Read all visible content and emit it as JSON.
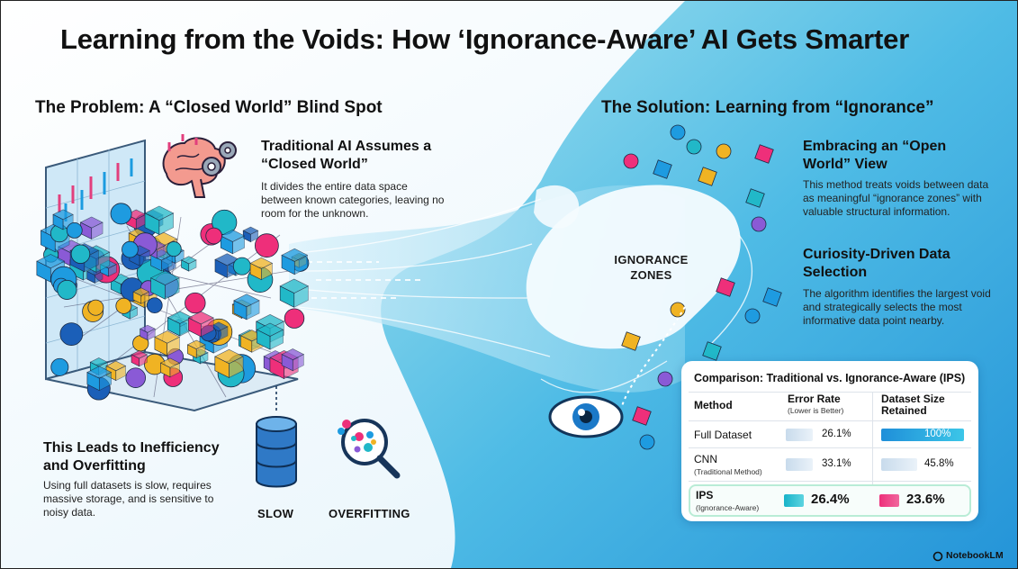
{
  "title": "Learning from the Voids: How ‘Ignorance-Aware’ AI Gets Smarter",
  "problem": {
    "heading": "The Problem: A “Closed World” Blind Spot",
    "traditional_title": "Traditional AI Assumes a “Closed World”",
    "traditional_body": "It divides the entire data space between known categories, leaving no room for the unknown.",
    "leads_title": "This Leads to Inefficiency and Overfitting",
    "leads_body": "Using full datasets is slow, requires massive storage, and is sensitive to noisy data.",
    "slow_label": "SLOW",
    "overfitting_label": "OVERFITTING"
  },
  "solution": {
    "heading": "The Solution: Learning from “Ignorance”",
    "zone_label": "IGNORANCE ZONES",
    "open_title": "Embracing an “Open World” View",
    "open_body": "This method treats voids between data as meaningful “ignorance zones” with valuable structural information.",
    "curiosity_title": "Curiosity-Driven Data Selection",
    "curiosity_body": "The algorithm identifies the largest void and strategically selects the most informative data point nearby."
  },
  "comparison": {
    "title": "Comparison: Traditional vs. Ignorance-Aware (IPS)",
    "col_method": "Method",
    "col_error": "Error Rate",
    "col_error_sub": "(Lower is Better)",
    "col_size": "Dataset Size Retained",
    "rows": [
      {
        "method": "Full Dataset",
        "sub": "",
        "error": "26.1%",
        "size": "100%",
        "error_frac": 0.261,
        "size_frac": 1.0
      },
      {
        "method": "CNN",
        "sub": "(Traditional Method)",
        "error": "33.1%",
        "size": "45.8%",
        "error_frac": 0.331,
        "size_frac": 0.458
      },
      {
        "method": "IPS",
        "sub": "(Ignorance-Aware)",
        "error": "26.4%",
        "size": "23.6%",
        "error_frac": 0.264,
        "size_frac": 0.236
      }
    ]
  },
  "branding": "NotebookLM",
  "colors": {
    "accent_blue": "#1e9be0",
    "light_sky": "#e6f4fb",
    "pink": "#ee2f7a",
    "highlight_green": "#b9ecd6",
    "teal": "#21b8c8"
  },
  "icons": [
    "brain-gear-icon",
    "database-icon",
    "magnifier-icon",
    "eye-icon",
    "notebooklm-logo-icon"
  ]
}
